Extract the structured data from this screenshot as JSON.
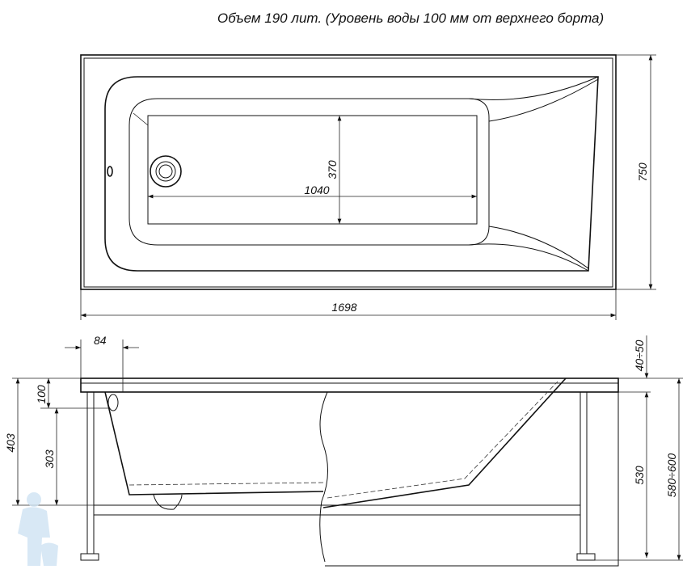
{
  "title": "Объем 190 лит. (Уровень воды 100 мм от верхнего борта)",
  "top_view": {
    "length": "1698",
    "width": "750",
    "floor_length": "1040",
    "floor_width": "370"
  },
  "side_view": {
    "rim_offset": "84",
    "overflow_depth": "100",
    "overflow_height": "303",
    "total_depth": "403",
    "panel_gap": "40÷50",
    "leg_height": "530",
    "total_height": "580÷600"
  }
}
